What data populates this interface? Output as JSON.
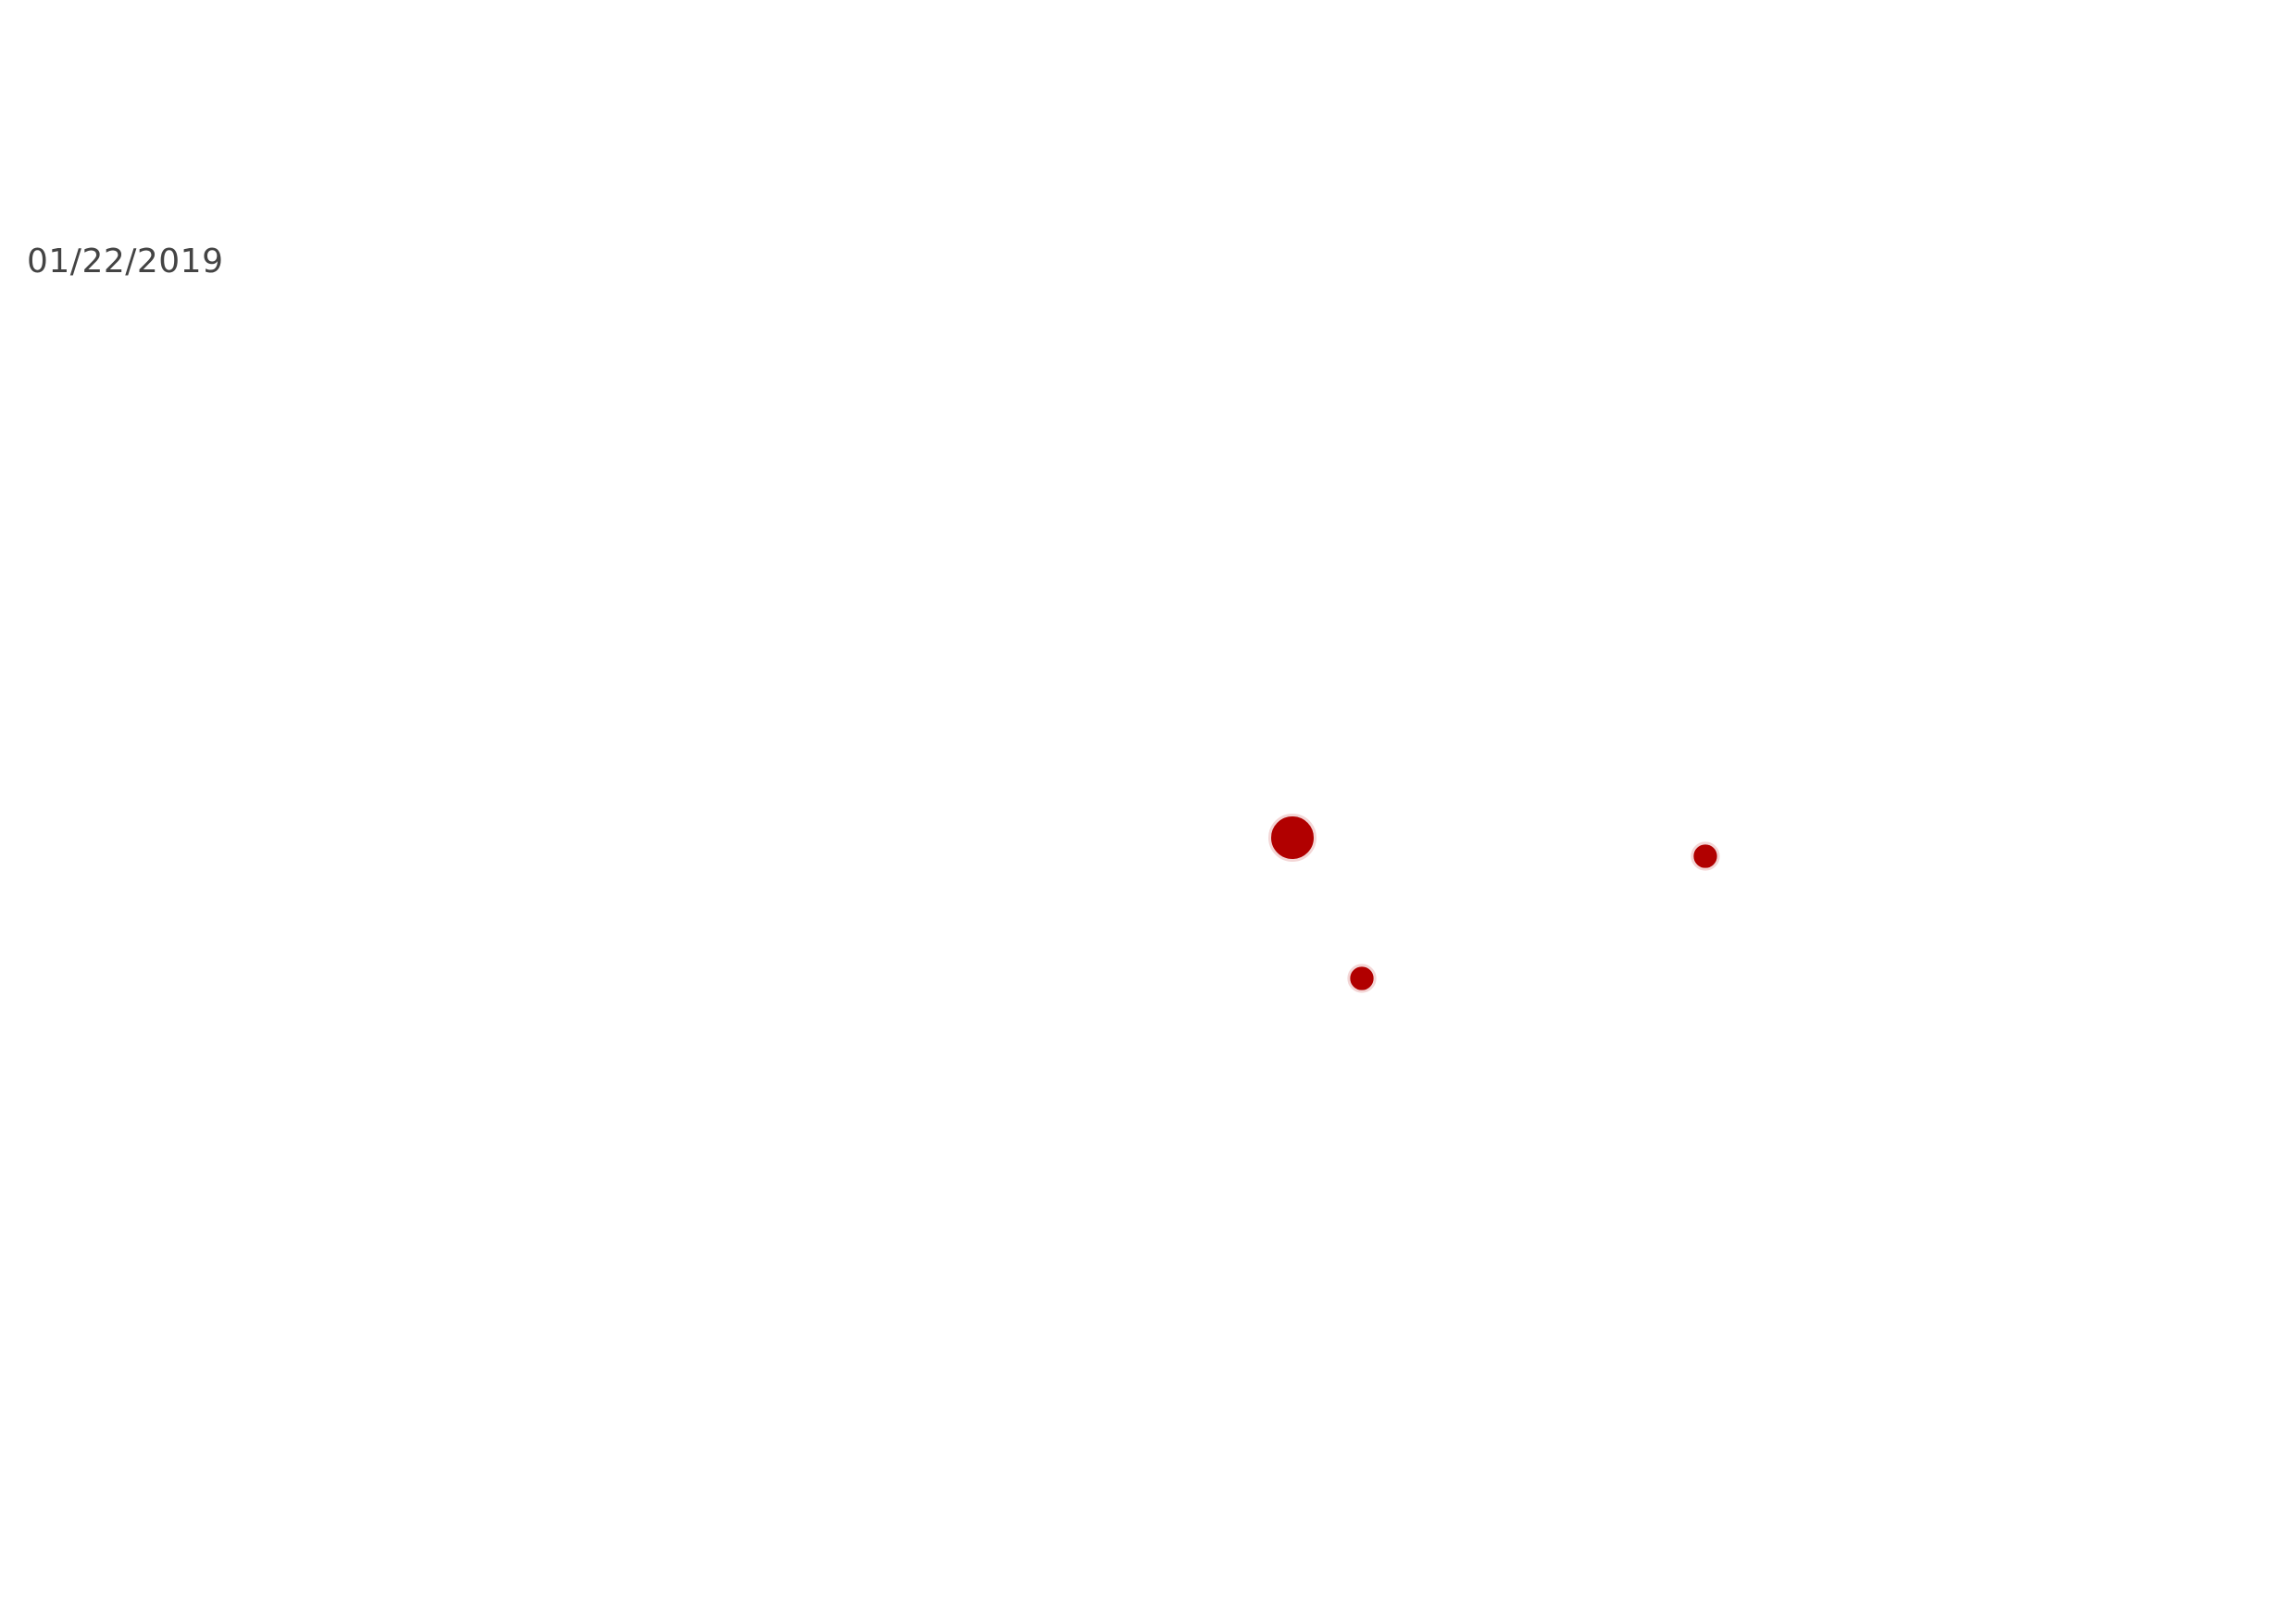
{
  "header": {
    "date": "01/22/2019"
  },
  "map": {
    "marker_color": "#b10000",
    "marker_stroke_color": "#f3d6d6",
    "markers": [
      {
        "name": "marker-large",
        "magnitude": 3
      },
      {
        "name": "marker-east",
        "magnitude": 1
      },
      {
        "name": "marker-south",
        "magnitude": 1
      }
    ]
  }
}
